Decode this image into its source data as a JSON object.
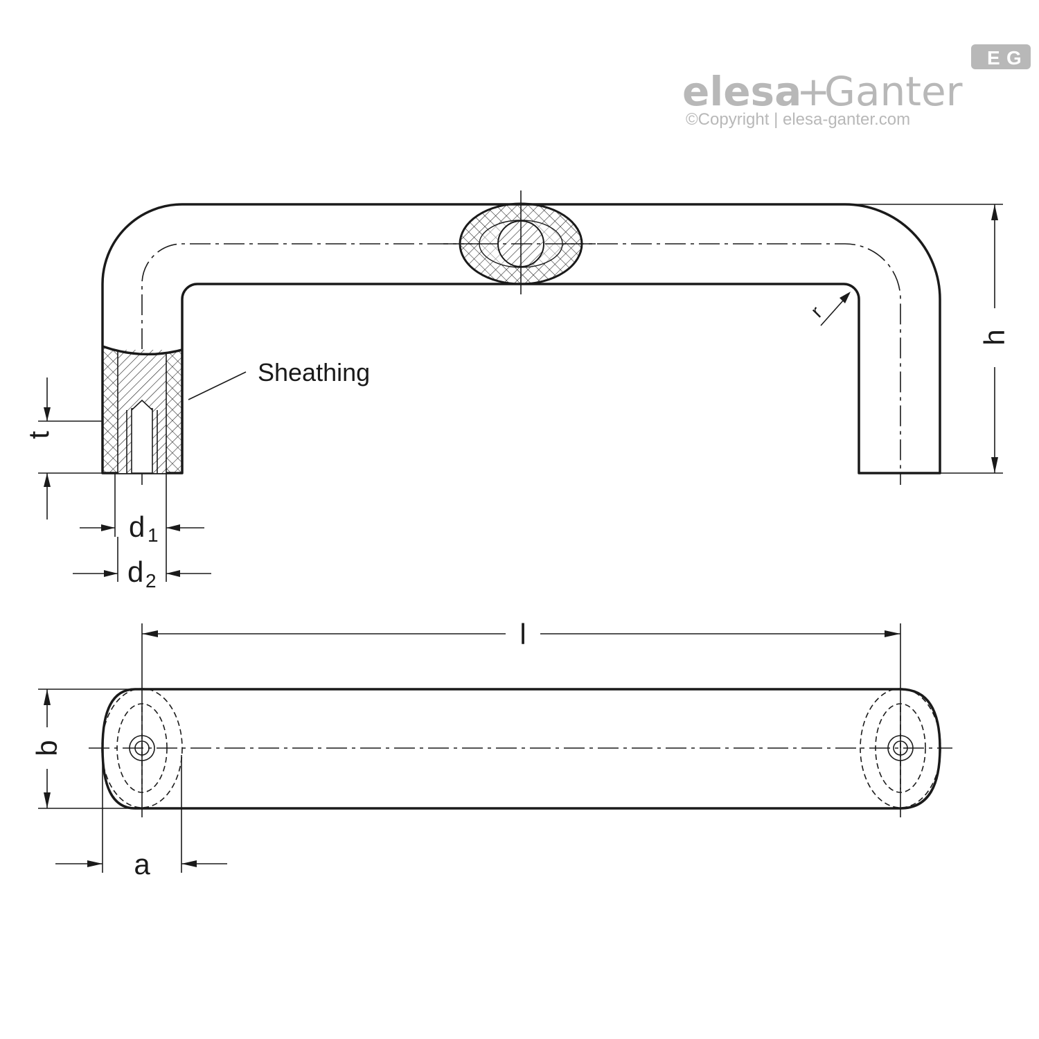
{
  "logo": {
    "brand_left": "elesa",
    "brand_plus": "+",
    "brand_right": "Ganter",
    "badge_left": "E",
    "badge_right": "G",
    "copyright": "©Copyright | elesa-ganter.com"
  },
  "labels": {
    "sheathing": "Sheathing",
    "t": "t",
    "h": "h",
    "r": "r",
    "d1": "d",
    "d1_sub": "1",
    "d2": "d",
    "d2_sub": "2",
    "l": "l",
    "b": "b",
    "a": "a"
  },
  "colors": {
    "line": "#1a1a1a",
    "logo": "#b8b8b8"
  }
}
